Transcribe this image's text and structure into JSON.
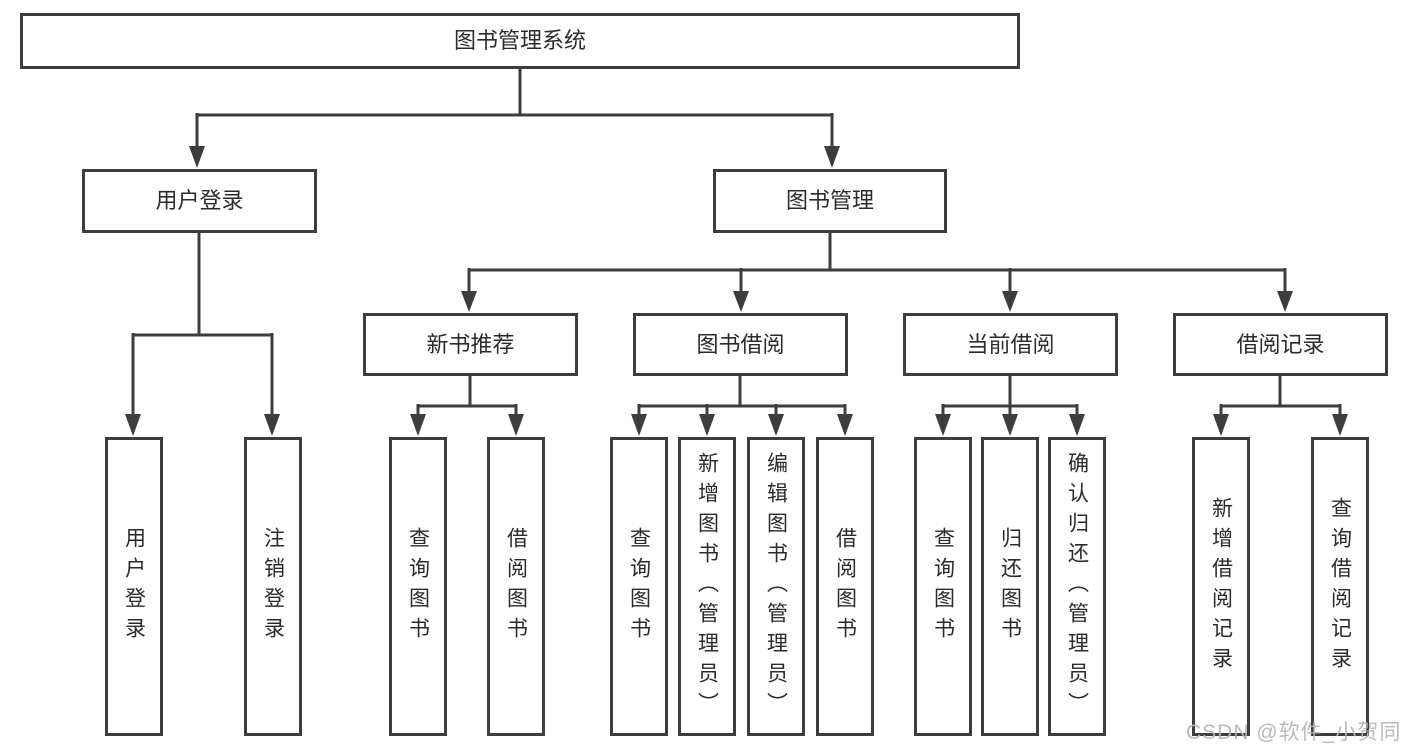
{
  "diagram": {
    "nodes": {
      "root": {
        "label": "图书管理系统"
      },
      "level2": [
        {
          "label": "用户登录"
        },
        {
          "label": "图书管理"
        }
      ],
      "level3": [
        {
          "label": "新书推荐"
        },
        {
          "label": "图书借阅"
        },
        {
          "label": "当前借阅"
        },
        {
          "label": "借阅记录"
        }
      ],
      "leaves": [
        {
          "label": "用户登录"
        },
        {
          "label": "注销登录"
        },
        {
          "label": "查询图书"
        },
        {
          "label": "借阅图书"
        },
        {
          "label": "查询图书"
        },
        {
          "label": "新增图书（管理员）"
        },
        {
          "label": "编辑图书（管理员）"
        },
        {
          "label": "借阅图书"
        },
        {
          "label": "查询图书"
        },
        {
          "label": "归还图书"
        },
        {
          "label": "确认归还（管理员）"
        },
        {
          "label": "新增借阅记录"
        },
        {
          "label": "查询借阅记录"
        }
      ]
    },
    "watermark": "CSDN @软件_小贺同学",
    "colors": {
      "line": "#3d3d3d",
      "text": "#2b2b2b",
      "watermark": "#b5b5b5",
      "background": "#ffffff"
    }
  }
}
